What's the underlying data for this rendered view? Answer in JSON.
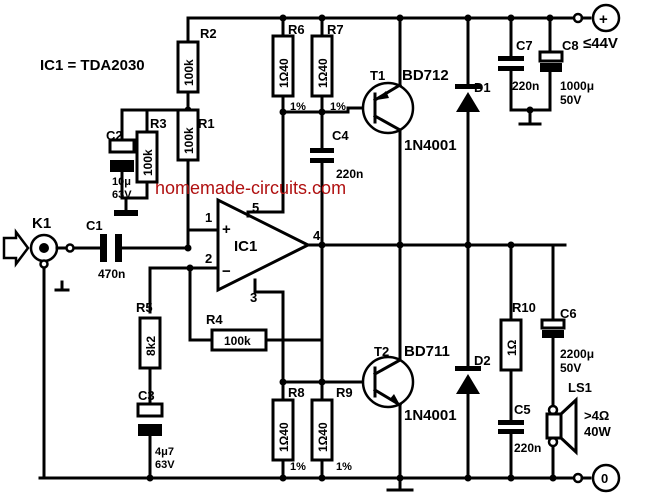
{
  "title": "IC1 = TDA2030",
  "watermark": "homemade-circuits.com",
  "supply": {
    "plus": "+",
    "voltage": "≤44V",
    "ground": "0"
  },
  "input": {
    "connector": "K1"
  },
  "ic": {
    "name": "IC1",
    "pin1": "1",
    "pin2": "2",
    "pin3": "3",
    "pin4": "4",
    "pin5": "5",
    "plus": "+",
    "minus": "−"
  },
  "resistors": {
    "R1": {
      "name": "R1",
      "value": "100k"
    },
    "R2": {
      "name": "R2",
      "value": "100k"
    },
    "R3": {
      "name": "R3",
      "value": "100k"
    },
    "R4": {
      "name": "R4",
      "value": "100k"
    },
    "R5": {
      "name": "R5",
      "value": "8k2"
    },
    "R6": {
      "name": "R6",
      "value": "1Ω40",
      "tol": "1%"
    },
    "R7": {
      "name": "R7",
      "value": "1Ω40",
      "tol": "1%"
    },
    "R8": {
      "name": "R8",
      "value": "1Ω40",
      "tol": "1%"
    },
    "R9": {
      "name": "R9",
      "value": "1Ω40",
      "tol": "1%"
    },
    "R10": {
      "name": "R10",
      "value": "1Ω"
    }
  },
  "capacitors": {
    "C1": {
      "name": "C1",
      "value": "470n"
    },
    "C2": {
      "name": "C2",
      "value": "10μ",
      "voltage": "63V"
    },
    "C3": {
      "name": "C3",
      "value": "4μ7",
      "voltage": "63V"
    },
    "C4": {
      "name": "C4",
      "value": "220n"
    },
    "C5": {
      "name": "C5",
      "value": "220n"
    },
    "C6": {
      "name": "C6",
      "value": "2200μ",
      "voltage": "50V"
    },
    "C7": {
      "name": "C7",
      "value": "220n"
    },
    "C8": {
      "name": "C8",
      "value": "1000μ",
      "voltage": "50V"
    }
  },
  "transistors": {
    "T1": {
      "name": "T1",
      "part": "BD712"
    },
    "T2": {
      "name": "T2",
      "part": "BD711"
    }
  },
  "diodes": {
    "D1": {
      "name": "D1",
      "part": "1N4001"
    },
    "D2": {
      "name": "D2",
      "part": "1N4001"
    }
  },
  "speaker": {
    "name": "LS1",
    "impedance": ">4Ω",
    "power": "40W"
  }
}
